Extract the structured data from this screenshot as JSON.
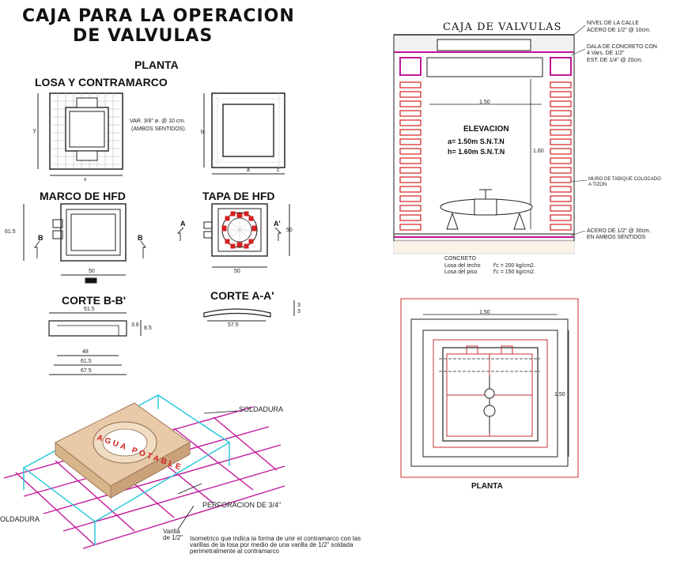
{
  "titles": {
    "main_line1": "CAJA PARA LA OPERACION",
    "main_line2": "DE VALVULAS",
    "planta_top": "PLANTA",
    "losa": "LOSA Y CONTRAMARCO",
    "marco": "MARCO DE HFD",
    "tapa": "TAPA DE HFD",
    "corte_bb": "CORTE B-B'",
    "corte_aa": "CORTE A-A'",
    "caja_valvulas": "CAJA DE VALVULAS",
    "elevacion": "ELEVACION",
    "planta_bottom": "PLANTA"
  },
  "notes": {
    "var": "VAR. 3/8\" ø. @ 10 cm.",
    "ambos": "(AMBOS SENTIDOS).",
    "nivel_calle": "NIVEL DE LA CALLE",
    "acero_techo": "ACERO DE 1/2\" @ 10cm.",
    "dala1": "DALA DE CONCRETO CON",
    "dala2": "4 Vars. DE 1/2\"",
    "dala3": "EST. DE 1/4\" @ 20cm.",
    "muro1": "MURO DE TABIQUE COLOCADO",
    "muro2": "A TIZON",
    "acero_piso1": "ACERO DE 1/2\" @ 30cm.",
    "acero_piso2": "EN AMBOS SENTIDOS",
    "concreto": "CONCRETO",
    "losa_techo": "Losa del techo",
    "losa_piso": "Losa del piso",
    "fc_techo": "f'c = 200 kg/cm2.",
    "fc_piso": "f'c = 150 kg/cm2.",
    "a_dim": "a= 1.50m  S.N.T.N",
    "h_dim": "h= 1.60m  S.N.T.N",
    "soldadura": "SOLDADURA",
    "soldadura_cut": "OLDADURA",
    "perforacion": "PERFORACION DE 3/4\"",
    "varilla1": "Varilla",
    "varilla2": "de 1/2\"",
    "iso1": "Isometrico que indica la forma de unir el contramarco con las",
    "iso2": "varillas de la losa por medio de una varilla de 1/2\" soldada",
    "iso3": "perimetralmente al contramarco",
    "agua_potable": "AGUA POTABLE"
  },
  "dims": {
    "y": "y",
    "x": "x",
    "b": "b",
    "a": "a",
    "c": "c",
    "d615": "61.5",
    "d50": "50",
    "d515": "51.5",
    "d36": "3.6",
    "d85": "8.5",
    "d48": "48",
    "d615b": "61.5",
    "d675": "67.5",
    "d3a": "3",
    "d3b": "3",
    "d575": "57.5",
    "d50b": "50",
    "d50c": "50",
    "d150a": "1.50",
    "d160": "1.60",
    "d150b": "1.50",
    "d150c": "1.50",
    "lblA": "A",
    "lblA2": "A'",
    "lblB": "B",
    "lblB2": "B"
  },
  "colors": {
    "ink": "#111111",
    "red": "#d42020",
    "magenta": "#c2189a",
    "cyan": "#22c6d8",
    "brick": "#d8b48a"
  }
}
